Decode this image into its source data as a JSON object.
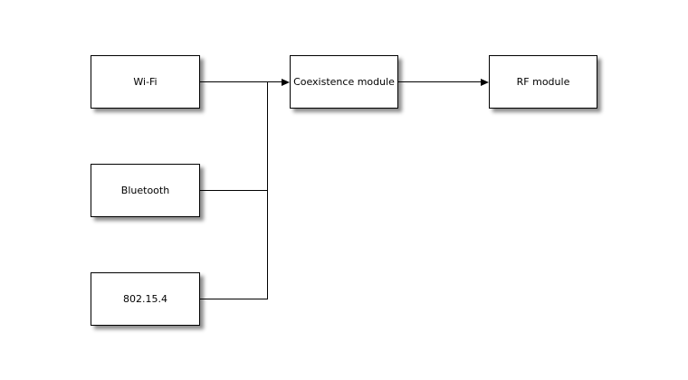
{
  "diagram": {
    "type": "block-diagram",
    "colors": {
      "background": "#ffffff",
      "node_fill": "#ffffff",
      "node_border": "#000000",
      "connector": "#000000",
      "shadow": "#999999"
    },
    "nodes": [
      {
        "id": "wifi",
        "label": "Wi-Fi"
      },
      {
        "id": "bluetooth",
        "label": "Bluetooth"
      },
      {
        "id": "802-15-4",
        "label": "802.15.4"
      },
      {
        "id": "coexistence-module",
        "label": "Coexistence module"
      },
      {
        "id": "rf-module",
        "label": "RF module"
      }
    ],
    "edges": [
      {
        "from": "wifi",
        "to": "coexistence-module",
        "arrow": true,
        "via": "trunk-junction"
      },
      {
        "from": "bluetooth",
        "to": "coexistence-module",
        "arrow": true,
        "via": "trunk-junction"
      },
      {
        "from": "802-15-4",
        "to": "coexistence-module",
        "arrow": true,
        "via": "trunk-junction"
      },
      {
        "from": "coexistence-module",
        "to": "rf-module",
        "arrow": true
      }
    ]
  }
}
